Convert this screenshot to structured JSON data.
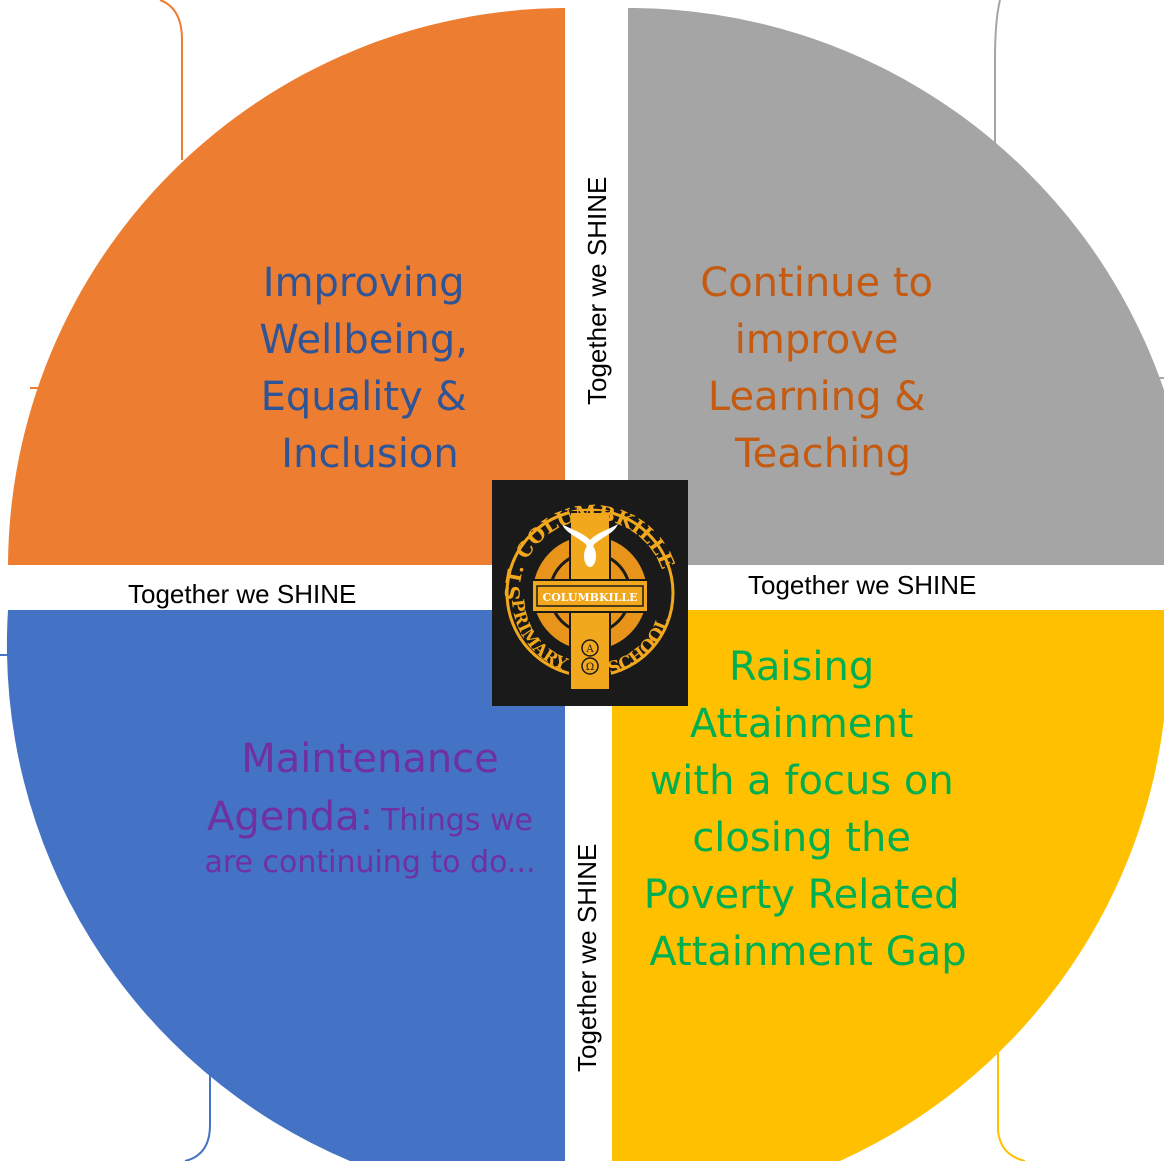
{
  "quadrants": {
    "top_left": {
      "lines": [
        "Improving",
        "Wellbeing,",
        "Equality &",
        "Inclusion"
      ],
      "color": "#ED7D31",
      "text_color": "#2F5597"
    },
    "top_right": {
      "lines": [
        "Continue to",
        "improve",
        "Learning &",
        "Teaching"
      ],
      "color": "#A5A5A5",
      "text_color": "#C55A11"
    },
    "bottom_left": {
      "line1": "Maintenance",
      "line2_main": "Agenda:",
      "line2_small": "Things we",
      "line3": "are continuing to do...",
      "color": "#4472C4",
      "text_color": "#7030A0"
    },
    "bottom_right": {
      "lines": [
        "Raising",
        "Attainment",
        "with a focus on",
        "closing the",
        "Poverty Related",
        "Attainment Gap"
      ],
      "color": "#FFC000",
      "text_color": "#00B050"
    }
  },
  "dividers": {
    "label": "Together we SHINE"
  },
  "logo": {
    "top_text": "ST. COLUMBKILLE",
    "band_text": "COLUMBKILLE",
    "bottom_left_text": "PRIMARY",
    "bottom_right_text": "SCHOOL",
    "alpha": "A",
    "omega": "Ω",
    "background": "#1a1a1a",
    "accent": "#F2A81D"
  }
}
